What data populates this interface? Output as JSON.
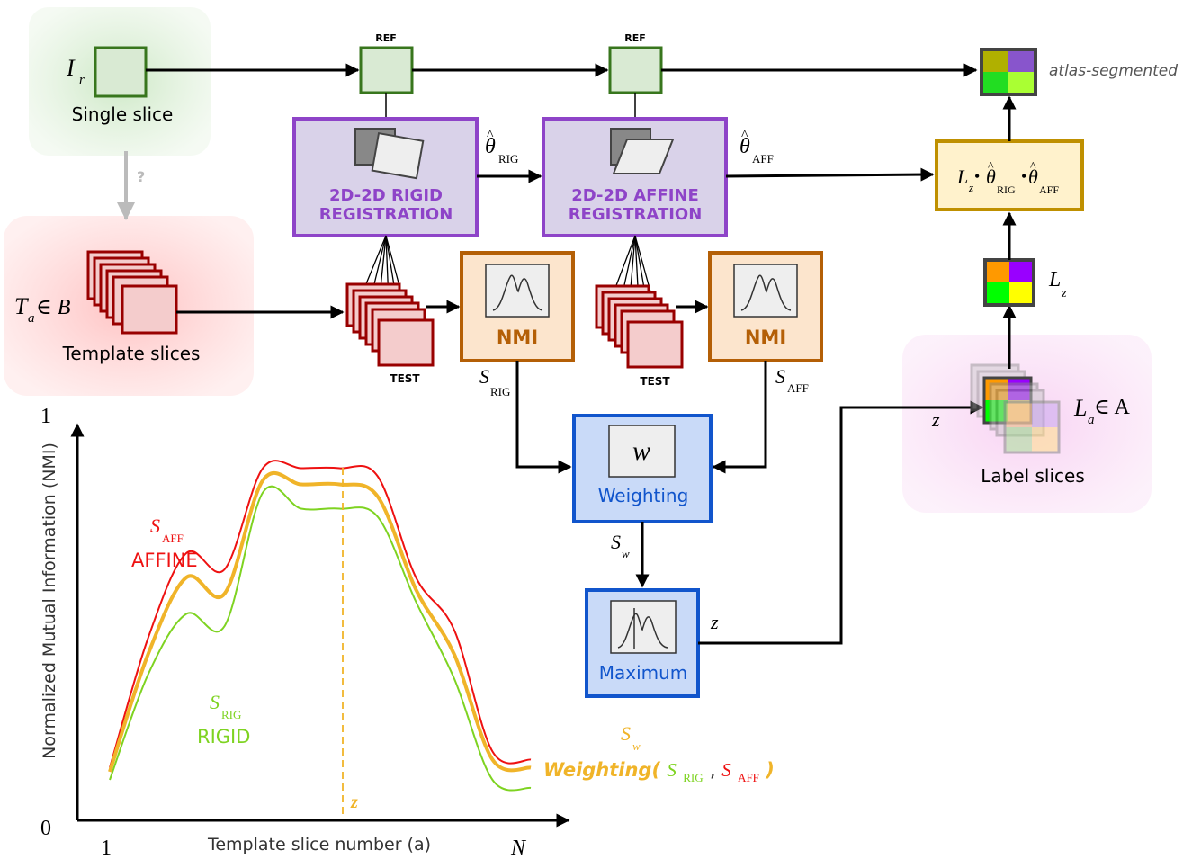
{
  "input": {
    "symbol": "I",
    "symbol_sub": "r",
    "label": "Single slice",
    "question": "?"
  },
  "templates": {
    "symbol_main": "T",
    "symbol_sub": "a",
    "symbol_rest": " ∈ B",
    "label": "Template slices"
  },
  "ref_label": "REF",
  "test_label": "TEST",
  "rigid": {
    "title_line1": "2D-2D RIGID",
    "title_line2": "REGISTRATION",
    "theta": "θ",
    "theta_hat": "^",
    "theta_sub": "RIG"
  },
  "affine": {
    "title_line1": "2D-2D AFFINE",
    "title_line2": "REGISTRATION",
    "theta": "θ",
    "theta_hat": "^",
    "theta_sub": "AFF"
  },
  "nmi_rigid": {
    "label": "NMI",
    "out_main": "S",
    "out_sub": "RIG"
  },
  "nmi_affine": {
    "label": "NMI",
    "out_main": "S",
    "out_sub": "AFF"
  },
  "weighting": {
    "symbol": "w",
    "label": "Weighting",
    "out_main": "S",
    "out_sub": "w"
  },
  "maximum": {
    "label": "Maximum",
    "out": "z"
  },
  "labels": {
    "label": "Label slices",
    "symbol_main": "L",
    "symbol_sub": "a",
    "symbol_rest": " ∈ A",
    "z_in": "z"
  },
  "lz": {
    "main": "L",
    "sub": "z"
  },
  "composition": {
    "L": "L",
    "L_sub": "z",
    "dot": "•",
    "theta": "θ",
    "theta_hat": "^",
    "rig_sub": "RIG",
    "aff_sub": "AFF"
  },
  "output_label": "atlas-segmented",
  "colors": {
    "single_slice_fill": "#d9ead3",
    "single_slice_border": "#38761d",
    "template_fill": "#f4cccc",
    "template_border": "#990000",
    "registration_fill": "#d9d2e9",
    "registration_border": "#8e44c8",
    "nmi_fill": "#fce5cd",
    "nmi_border": "#b45f06",
    "weighting_fill": "#c9daf8",
    "weighting_border": "#1155cc",
    "composition_fill": "#fff2cc",
    "composition_border": "#bf9000",
    "rigid_curve": "#7ed321",
    "affine_curve": "#ee1111",
    "weighted_curve": "#f0b429",
    "label_purple": "#9900ff",
    "label_orange": "#ff9900",
    "label_green": "#00ff00",
    "label_yellow": "#ffd966"
  },
  "chart_data": {
    "type": "line",
    "ylabel": "Normalized Mutual Information (NMI)",
    "xlabel": "Template slice number (a)",
    "x_tick_labels": [
      "1",
      "N"
    ],
    "y_tick_labels": [
      "0",
      "1"
    ],
    "marker_label": "z",
    "series": [
      {
        "name": "AFFINE",
        "symbol_main": "S",
        "symbol_sub": "AFF",
        "values": [
          0.13,
          0.45,
          0.66,
          0.62,
          0.87,
          0.87,
          0.87,
          0.85,
          0.6,
          0.47,
          0.17,
          0.15
        ]
      },
      {
        "name": "RIGID",
        "symbol_main": "S",
        "symbol_sub": "RIG",
        "values": [
          0.1,
          0.36,
          0.51,
          0.48,
          0.81,
          0.77,
          0.77,
          0.75,
          0.54,
          0.35,
          0.1,
          0.08
        ]
      },
      {
        "name": "Weighting(S_RIG, S_AFF)",
        "symbol_main": "S",
        "symbol_sub": "w",
        "values": [
          0.12,
          0.41,
          0.6,
          0.56,
          0.84,
          0.83,
          0.83,
          0.8,
          0.57,
          0.41,
          0.15,
          0.13
        ]
      }
    ],
    "weighting_label": "Weighting(",
    "weighting_arg1_main": "S",
    "weighting_arg1_sub": "RIG",
    "weighting_comma": ", ",
    "weighting_arg2_main": "S",
    "weighting_arg2_sub": "AFF",
    "weighting_close": ")"
  }
}
